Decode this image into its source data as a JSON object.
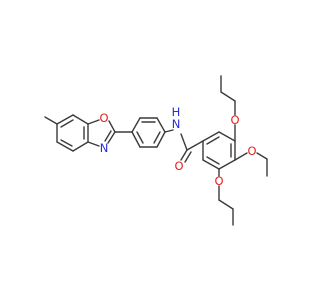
{
  "molecule": {
    "atom_labels": {
      "ring_oxygen": "O",
      "ring_nitrogen": "N",
      "amide_nh": "N",
      "amide_h": "H",
      "carbonyl_oxygen": "O",
      "ethoxy_oxygen_top": "O",
      "ethoxy_oxygen_middle": "O",
      "ethoxy_oxygen_bottom": "O"
    },
    "colors": {
      "bond": "#3a3a3a",
      "oxygen": "#e8201c",
      "nitrogen": "#2a2ad8",
      "background": "#ffffff"
    }
  }
}
